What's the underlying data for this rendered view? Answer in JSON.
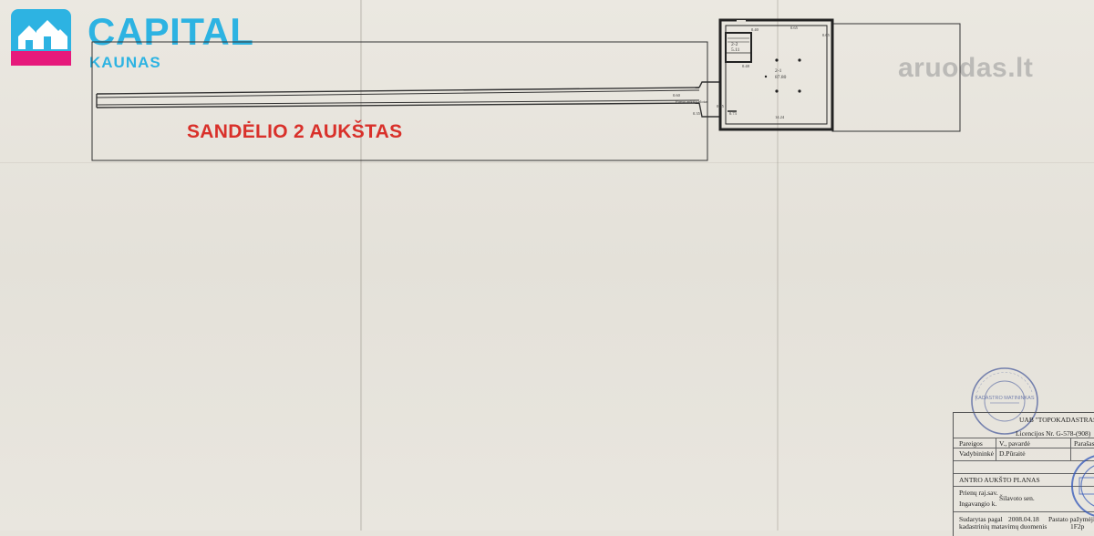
{
  "logo": {
    "name": "CAPITAL",
    "city": "KAUNAS",
    "brand_color": "#2db3e2",
    "accent_color": "#e6197b"
  },
  "watermark": "aruodas.lt",
  "caption": "SANDĖLIO 2 AUKŠTAS",
  "plan": {
    "room_2_2": {
      "id": "2-2",
      "area": "5.11"
    },
    "room_2_1": {
      "id": "2-1",
      "area": "87.80"
    }
  },
  "stamp": {
    "text": "KADASTRO MATININKAS"
  },
  "title_block": {
    "company": "UAB \"TOPOKADASTRAS\"",
    "license": "Licencijos Nr. G-578-(908)",
    "col_position": "Pareigos",
    "col_name": "V., pavardė",
    "col_sign": "Parašas",
    "role": "Vadybininkė",
    "person": "D.Pūraitė",
    "plan_title": "ANTRO AUKŠTO PLANAS",
    "district": "Prienų raj.sav.",
    "eldership": "Šilavoto sen.",
    "village": "Ingavangio k.",
    "compiled_label": "Sudarytas pagal",
    "compiled_source": "kadastrinių matavimų duomenis",
    "compiled_date": "2008.04.18",
    "building_label": "Pastato pažymėjimas plane:",
    "building_code": "1F2p"
  }
}
